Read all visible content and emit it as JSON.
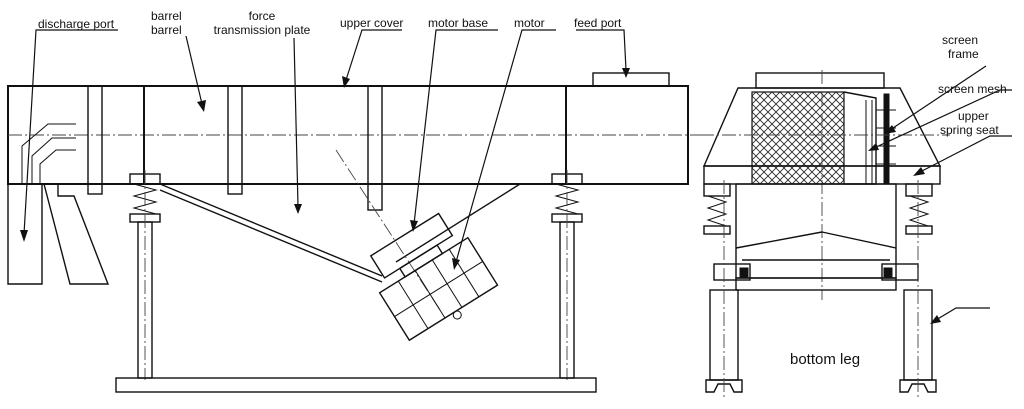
{
  "labels": {
    "discharge_port": "discharge port",
    "barrel_1": "barrel",
    "barrel_2": "barrel",
    "force_plate_1": "force",
    "force_plate_2": "transmission plate",
    "upper_cover": "upper cover",
    "motor_base": "motor base",
    "motor": "motor",
    "feed_port": "feed port",
    "screen_frame_1": "screen",
    "screen_frame_2": "frame",
    "screen_mesh": "screen mesh",
    "upper_spring_seat_1": "upper",
    "upper_spring_seat_2": "spring seat",
    "bottom_leg": "bottom leg"
  },
  "colors": {
    "line": "#111111",
    "background": "#ffffff"
  }
}
